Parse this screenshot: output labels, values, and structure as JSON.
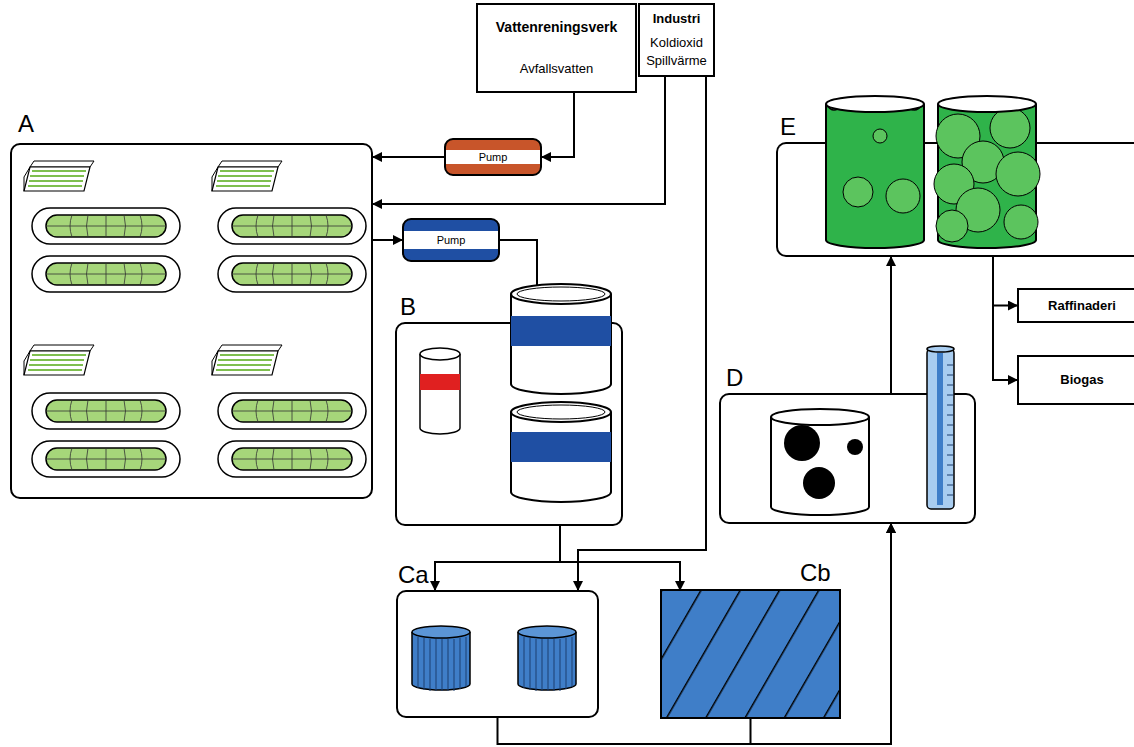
{
  "diagram": {
    "nodes": [
      {
        "text": [
          "Vattenreningsverk",
          "Avfallsvatten"
        ]
      },
      {
        "text": [
          "Industri",
          "Koldioxid Spillvärme"
        ]
      },
      {
        "text": [
          "Pump"
        ]
      },
      {
        "text": [
          "Pump"
        ]
      },
      {
        "text": [
          "A"
        ]
      },
      {
        "text": [
          "B"
        ]
      },
      {
        "text": [
          "Ca"
        ]
      },
      {
        "text": [
          "Cb"
        ]
      },
      {
        "text": [
          "D"
        ]
      },
      {
        "text": [
          "E"
        ]
      },
      {
        "text": [
          "Raffinaderi"
        ]
      },
      {
        "text": [
          "Biogas"
        ]
      }
    ],
    "edges": [
      {
        "from": 0,
        "to": 2,
        "arrow": "to"
      },
      {
        "from": 2,
        "to": 4,
        "arrow": "to"
      },
      {
        "from": 1,
        "to": 4,
        "arrow": "to"
      },
      {
        "from": 4,
        "to": 3,
        "arrow": "to"
      },
      {
        "from": 3,
        "to": 5,
        "arrow": "none"
      },
      {
        "from": 5,
        "to": 6,
        "arrow": "to"
      },
      {
        "from": 5,
        "to": 7,
        "arrow": "to"
      },
      {
        "from": 1,
        "to": 6,
        "arrow": "to"
      },
      {
        "from": 6,
        "to": 8,
        "arrow": "to"
      },
      {
        "from": 7,
        "to": 8,
        "arrow": "to"
      },
      {
        "from": 8,
        "to": 9,
        "arrow": "to"
      },
      {
        "from": 9,
        "to": 10,
        "arrow": "to"
      },
      {
        "from": 9,
        "to": 11,
        "arrow": "to"
      }
    ]
  }
}
